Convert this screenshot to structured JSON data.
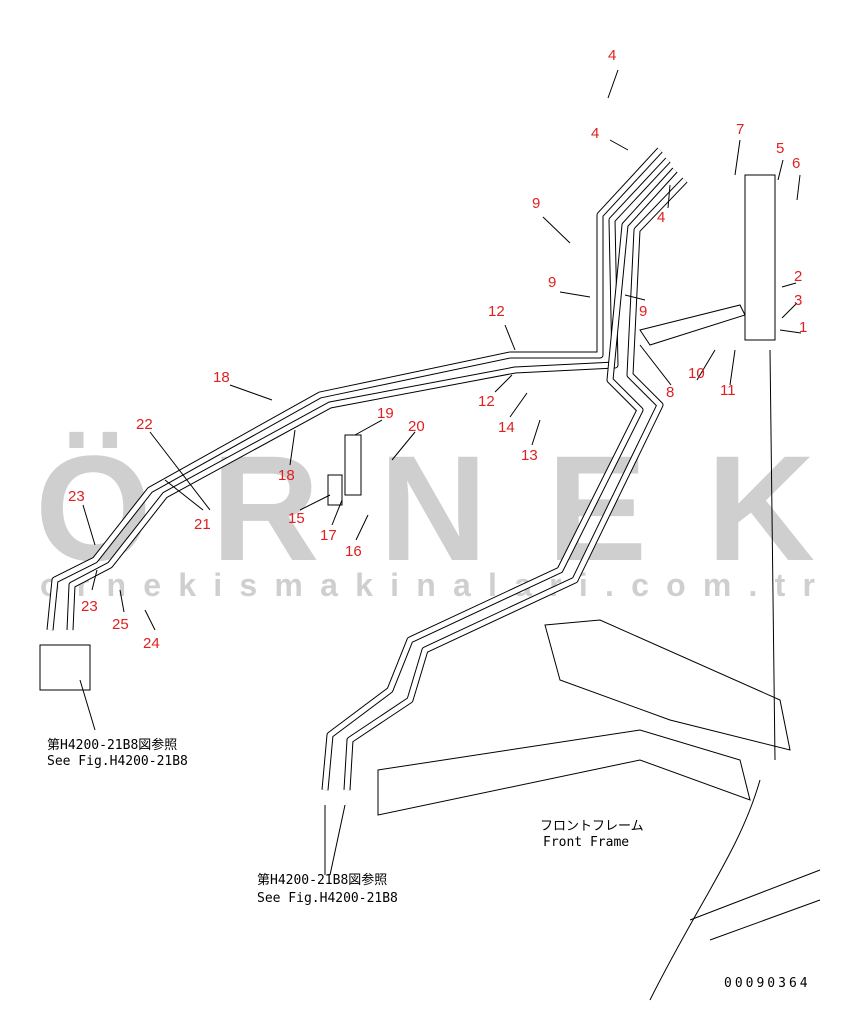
{
  "watermark": {
    "brand": "ÖRNEK",
    "url": "ornekismakinalari.com.tr",
    "color": "#cfcfcf"
  },
  "callout_color": "#e02020",
  "callouts": [
    "4",
    "4",
    "4",
    "7",
    "5",
    "6",
    "9",
    "9",
    "9",
    "2",
    "3",
    "1",
    "12",
    "12",
    "10",
    "11",
    "8",
    "14",
    "13",
    "18",
    "18",
    "19",
    "20",
    "22",
    "21",
    "23",
    "23",
    "15",
    "17",
    "16",
    "25",
    "24"
  ],
  "notes": {
    "left_ref_jp": "第H4200-21B8図参照",
    "left_ref_en": "See Fig.H4200-21B8",
    "center_ref_jp": "第H4200-21B8図参照",
    "center_ref_en": "See Fig.H4200-21B8",
    "frame_jp": "フロントフレーム",
    "frame_en": "Front Frame"
  },
  "drawing_number": "00090364"
}
